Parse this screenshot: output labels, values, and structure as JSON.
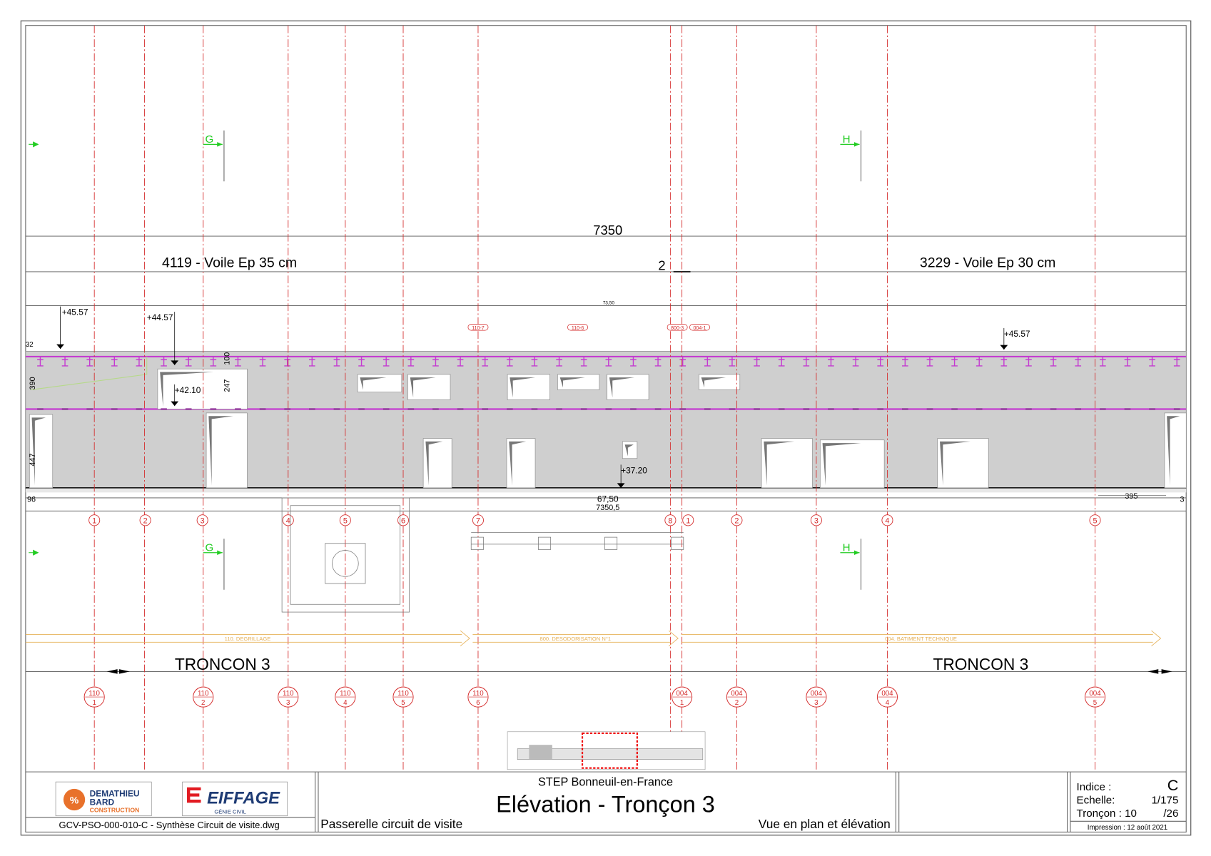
{
  "drawing": {
    "total_dim": "7350",
    "left_wall": "4119 - Voile Ep 35 cm",
    "right_wall": "3229 - Voile Ep 30 cm",
    "joint_label": "2",
    "small_dim_top": "73,50",
    "section_g": "G",
    "section_h": "H",
    "levels": [
      "+45.57",
      "+44.57",
      "+42.10",
      "+37.20",
      "+45.57"
    ],
    "dims": {
      "d390": "390",
      "d447": "447",
      "d247": "247",
      "d100": "100",
      "d96": "96",
      "d395": "395",
      "d3": "3",
      "d32": "32",
      "d6750": "67,50",
      "d73505": "7350,5"
    },
    "tags": [
      "110-7",
      "110-6",
      "800-3",
      "004-1"
    ],
    "axis_bubbles": [
      "1",
      "2",
      "3",
      "4",
      "5",
      "6",
      "7",
      "8",
      "1",
      "2",
      "3",
      "4",
      "5"
    ],
    "zones": [
      "110. DEGRILLAGE",
      "800. DESODORISATION N°1",
      "004. BATIMENT TECHNIQUE"
    ],
    "troncon_left": "TRONCON 3",
    "troncon_right": "TRONCON 3",
    "ref_bubbles": [
      {
        "top": "110",
        "bottom": "1"
      },
      {
        "top": "110",
        "bottom": "2"
      },
      {
        "top": "110",
        "bottom": "3"
      },
      {
        "top": "110",
        "bottom": "4"
      },
      {
        "top": "110",
        "bottom": "5"
      },
      {
        "top": "110",
        "bottom": "6"
      },
      {
        "top": "004",
        "bottom": "1"
      },
      {
        "top": "004",
        "bottom": "2"
      },
      {
        "top": "004",
        "bottom": "3"
      },
      {
        "top": "004",
        "bottom": "4"
      },
      {
        "top": "004",
        "bottom": "5"
      }
    ]
  },
  "title_block": {
    "logo1": {
      "line1": "DEMATHIEU",
      "line2": "BARD",
      "line3": "CONSTRUCTION"
    },
    "logo2": {
      "name": "EIFFAGE",
      "sub": "GÉNIE CIVIL"
    },
    "file_name": "GCV-PSO-000-010-C - Synthèse Circuit de visite.dwg",
    "project": "STEP Bonneuil-en-France",
    "title": "Elévation - Tronçon 3",
    "subtitle_left": "Passerelle circuit de visite",
    "subtitle_right": "Vue en plan et élévation",
    "indice_label": "Indice :",
    "indice_value": "C",
    "echelle_label": "Echelle:",
    "echelle_value": "1/175",
    "troncon_label": "Tronçon : 10",
    "troncon_total": "/26",
    "impression": "Impression : 12 août 2021"
  },
  "colors": {
    "axis": "#d42a2a",
    "beam": "#c43bd0",
    "wall": "#cfcfcf",
    "zone": "#e6b25a",
    "section": "#22cc22"
  }
}
